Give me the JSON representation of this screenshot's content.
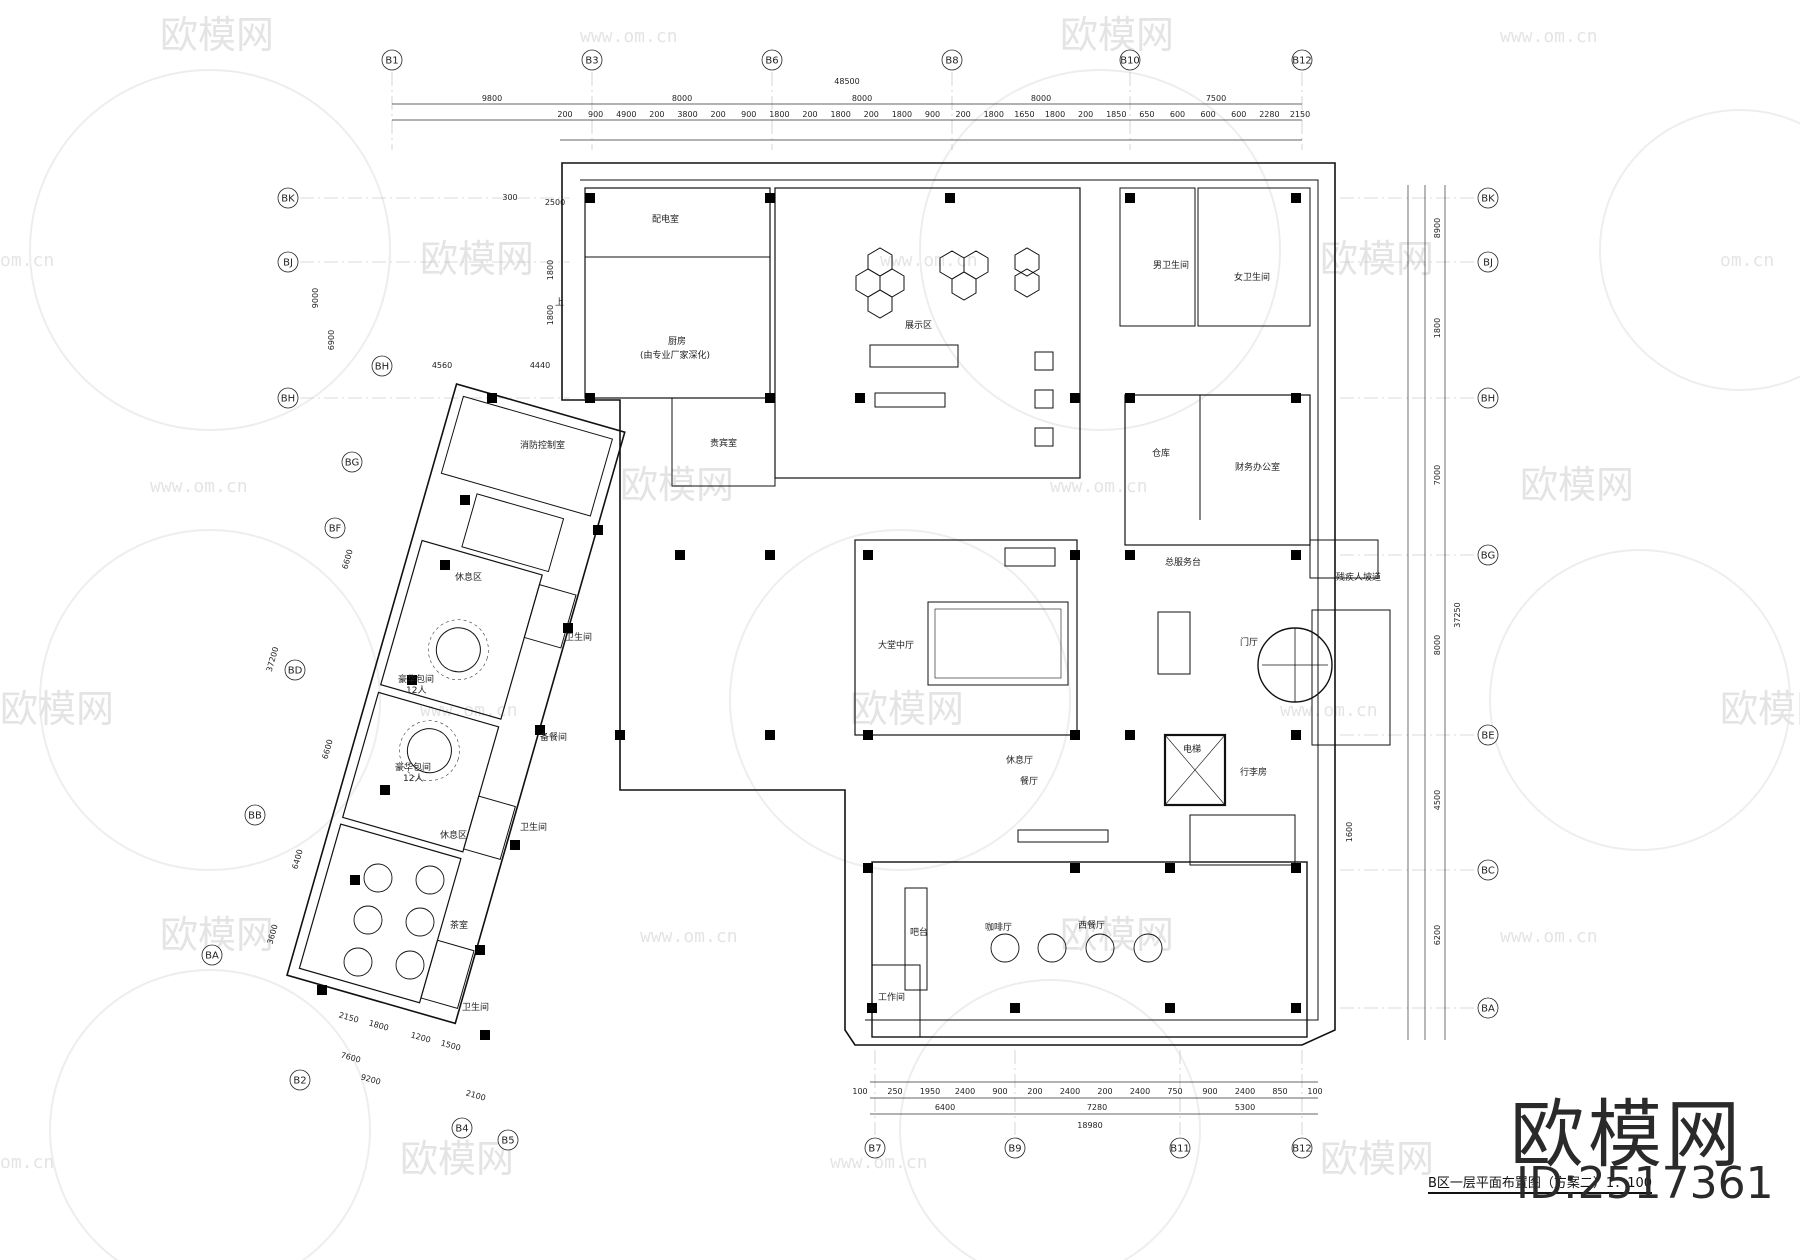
{
  "drawing": {
    "title": "B区一层平面布置图（方案二）1：100",
    "brand": "欧模网",
    "model_id": "ID:2517361"
  },
  "watermark": {
    "logo_text": "欧模网",
    "url": "www.om.cn",
    "url_short": "om.cn"
  },
  "grid_top": [
    "B1",
    "B3",
    "B6",
    "B8",
    "B10",
    "B12"
  ],
  "grid_bottom": [
    "B7",
    "B9",
    "B11",
    "B12"
  ],
  "grid_bottom_left": [
    "B2",
    "B4",
    "B5"
  ],
  "grid_right": [
    "BK",
    "BJ",
    "BH",
    "BG",
    "BE",
    "BC",
    "BA"
  ],
  "grid_left": [
    "BK",
    "BJ",
    "BH",
    "BG",
    "BF",
    "BD",
    "BB",
    "BA"
  ],
  "dims": {
    "top_total": "48500",
    "top_bays": [
      "9800",
      "8000",
      "8000",
      "8000",
      "7500"
    ],
    "top_detail": [
      "200",
      "900",
      "4900",
      "200",
      "3800",
      "200",
      "900",
      "1800",
      "200",
      "1800",
      "200",
      "1800",
      "900",
      "200",
      "1800",
      "1650",
      "1800",
      "200",
      "1850",
      "650",
      "600",
      "600",
      "600",
      "2280",
      "2150"
    ],
    "bottom_total": "18980",
    "bottom_bays": [
      "6400",
      "7280",
      "5300"
    ],
    "bottom_detail": [
      "100",
      "250",
      "1950",
      "2400",
      "900",
      "200",
      "2400",
      "200",
      "2400",
      "750",
      "900",
      "2400",
      "850",
      "100"
    ],
    "right_total": "37250",
    "right_bays": [
      "8900",
      "1800",
      "7000",
      "8000",
      "4500",
      "6200"
    ],
    "left_misc": [
      "300",
      "2500",
      "4560",
      "4440",
      "9000",
      "6900",
      "1800",
      "1800"
    ],
    "left_side": [
      "37200",
      "6600",
      "6600",
      "6400",
      "3600",
      "7600",
      "9200",
      "2100",
      "2150",
      "1800",
      "1200",
      "1500"
    ],
    "far_right": [
      "1600"
    ]
  },
  "rooms": {
    "kitchen": "厨房",
    "kitchen_note": "(由专业厂家深化)",
    "pantry": "配电室",
    "vip_reception": "贵宾室",
    "exhibit": "展示区",
    "fire_control": "消防控制室",
    "vip_dining_big": "豪华包间",
    "vip_dining_big_sub": "12人",
    "vip_dining": "豪华包间",
    "vip_dining_sub": "12人",
    "lounge_1": "休息区",
    "lounge_2": "休息区",
    "tea": "茶室",
    "wc_1": "卫生间",
    "wc_2": "卫生间",
    "wc_3": "卫生间",
    "service": "备餐间",
    "male_wc": "男卫生间",
    "female_wc": "女卫生间",
    "storage": "仓库",
    "office": "财务办公室",
    "reception_desk": "总服务台",
    "lobby": "门厅",
    "atrium": "大堂中厅",
    "elevator": "电梯",
    "luggage": "行李房",
    "bar": "吧台",
    "coffee": "咖啡厅",
    "cafe_lounge": "西餐厅",
    "prep": "工作间",
    "restaurant": "餐厅",
    "stairs_sign": "上",
    "rest_area": "休息厅",
    "ramp": "残疾人坡道"
  }
}
